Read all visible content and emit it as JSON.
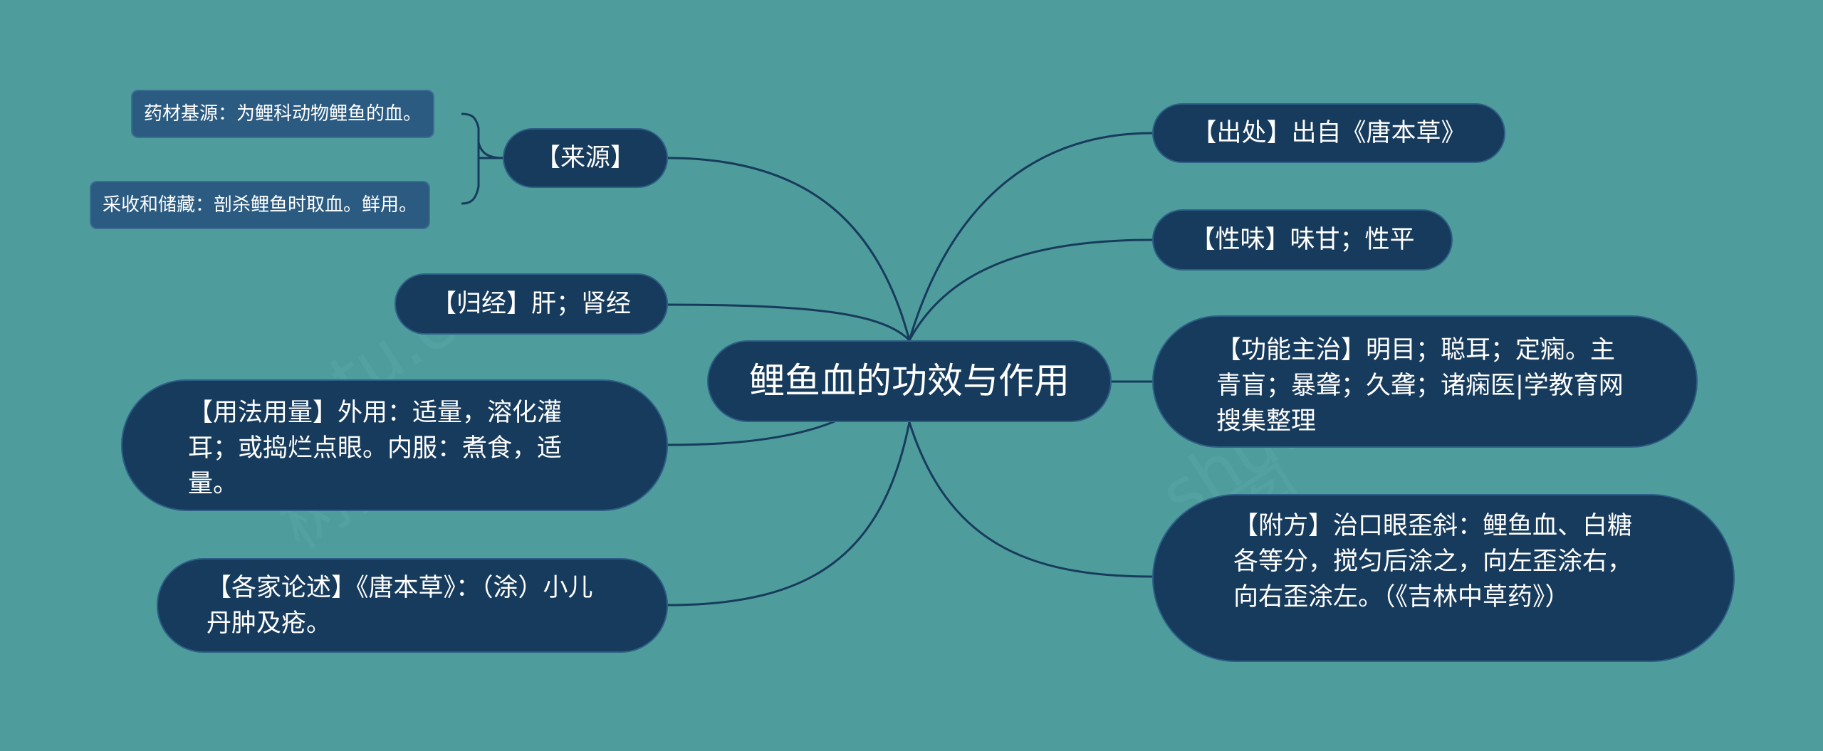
{
  "root": {
    "label": "鲤鱼血的功效与作用"
  },
  "branches": {
    "source": {
      "label": "【来源】"
    },
    "meridian": {
      "label": "【归经】肝；肾经"
    },
    "usage": {
      "label": "【用法用量】外用：适量，溶化灌耳；或捣烂点眼。内服：煮食，适量。"
    },
    "commentary": {
      "label": "【各家论述】《唐本草》：（涂）小儿丹肿及疮。"
    },
    "origin": {
      "label": "【出处】出自《唐本草》"
    },
    "nature": {
      "label": "【性味】味甘；性平"
    },
    "function": {
      "label": "【功能主治】明目；聪耳；定痫。主青盲；暴聋；久聋；诸痫医|学教育网搜集整理"
    },
    "formula": {
      "label": "【附方】治口眼歪斜：鲤鱼血、白糖各等分，搅匀后涂之，向左歪涂右，向右歪涂左。（《吉林中草药》）"
    }
  },
  "source_leaves": [
    {
      "label": "药材基源：为鲤科动物鲤鱼的血。"
    },
    {
      "label": "采收和储藏：剖杀鲤鱼时取血。鲜用。"
    }
  ],
  "watermarks": [
    "shutu.cn",
    "树图",
    "shutu.cn",
    "树图"
  ],
  "colors": {
    "background": "#4e9c9c",
    "node_fill": "#173b5c",
    "leaf_fill": "#2c5b82",
    "connector": "#173b5c",
    "text": "#ffffff"
  }
}
